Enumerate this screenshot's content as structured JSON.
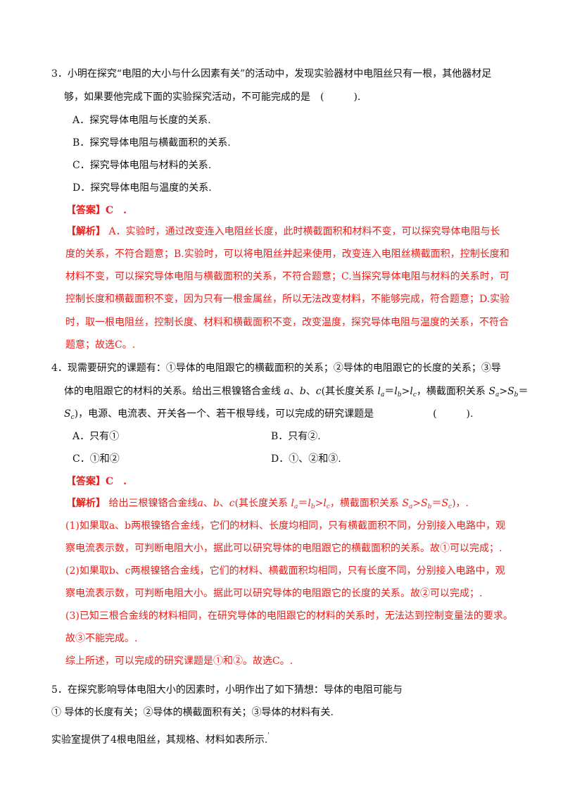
{
  "q3": {
    "stem_1": "3．小明在探究“电阻的大小与什么因素有关”的活动中，发现实验器材中电阻丝只有一根，其他器材足",
    "stem_2": "够，如果要他完成下面的实验探究活动，不可能完成的是　(　　　).",
    "options": [
      "A．探究导体电阻与长度的关系.",
      "B．探究导体电阻与横截面积的关系.",
      "C．探究导体电阻与材料的关系.",
      "D．探究导体电阻与温度的关系."
    ],
    "answer_label": "【答案】",
    "answer_value": "C　.",
    "analysis_label": "【解析】",
    "analysis_lines": [
      "A．实验时，通过改变连入电阻丝长度，此时横截面积和材料不变，可以探究导体电阻与长",
      "度的关系，不符合题意；B.实验时，可以将电阻丝并起来使用，改变连入电阻丝横截面积，控制长度和",
      "材料不变，可以探究导体电阻与横截面积的关系，不符合题意；C.当探究导体电阻与材料的关系时，可",
      "控制长度和横截面积不变，因为只有一根金属丝，所以无法改变材料，不能够完成，符合题意；D.实验",
      "时，取一根电阻丝，控制长度、材料和横截面积不变，改变温度，探究导体电阻与温度的关系，不符合",
      "题意；故选C。."
    ]
  },
  "q4": {
    "stem_1": "4．现需要研究的课题有：①导体的电阻跟它的横截面积的关系；②导体的电阻跟它的长度的关系；③导",
    "stem_2_pre": "体的电阻跟它的材料的关系。给出三根镍铬合金线",
    "var_a": "a",
    "sep1": "、",
    "var_b": "b",
    "sep2": "、",
    "var_c": "c",
    "stem_2_mid": "(其长度关系",
    "len_rel": "l",
    "len_sub_a": "a",
    "len_eq": "＝",
    "len_l2": "l",
    "len_sub_b": "b",
    "len_gt": ">",
    "len_l3": "l",
    "len_sub_c": "c",
    "stem_2_post": "，横截面积关系",
    "s1": "S",
    "s_sub_a": "a",
    "s_gt": ">",
    "s2": "S",
    "s_sub_b": "b",
    "s_eq": "＝",
    "s3": "S",
    "s_sub_c": "c",
    "stem_3_post": ")，电源、电流表、开关各一个、若干根导线，可以完成的研究课题是　　　　　　(　　　).",
    "options": [
      "A．只有①",
      "B．只有②.",
      "C．①和②",
      "D．①、②和③."
    ],
    "answer_label": "【答案】",
    "answer_value": "C　.",
    "analysis_label": "【解析】",
    "analysis_first": "给出三根镍铬合金线",
    "analysis_first_mid": "(其长度关系",
    "analysis_first_post": "，横截面积关系",
    "analysis_first_end": ")，.",
    "analysis_lines": [
      "(1)如果取a、b两根镍铬合金线，它们的材料、长度均相同，只有横截面积不同，分别接入电路中，观",
      "察电流表示数，可判断电阻大小，据此可以研究导体的电阻跟它的横截面积的关系。故①可以完成；.",
      "(2)如果取b、c两根镍铬合金线，它们的材料、横截面积均相同，只有长度不同，分别接入电路中，观",
      "察电流表示数，可判断电阻大小。据此可以研究导体的电阻跟它的长度的关系。故②可以完成；.",
      "(3)已知三根合金线的材料相同，在研究导体的电阻跟它的材料的关系时，无法达到控制变量法的要求。",
      "故③不能完成。.",
      "综上所述，可以完成的研究课题是①和②。故选C。."
    ]
  },
  "q5": {
    "stem_1": "5．在探究影响导体电阻大小的因素时，小明作出了如下猜想：导体的电阻可能与",
    "stem_2": "① 导体的长度有关；②导体的横截面积有关；③导体的材料有关.",
    "stem_3": "实验室提供了4根电阻丝，其规格、材料如表所示.",
    "stem_3_mark": "'"
  }
}
